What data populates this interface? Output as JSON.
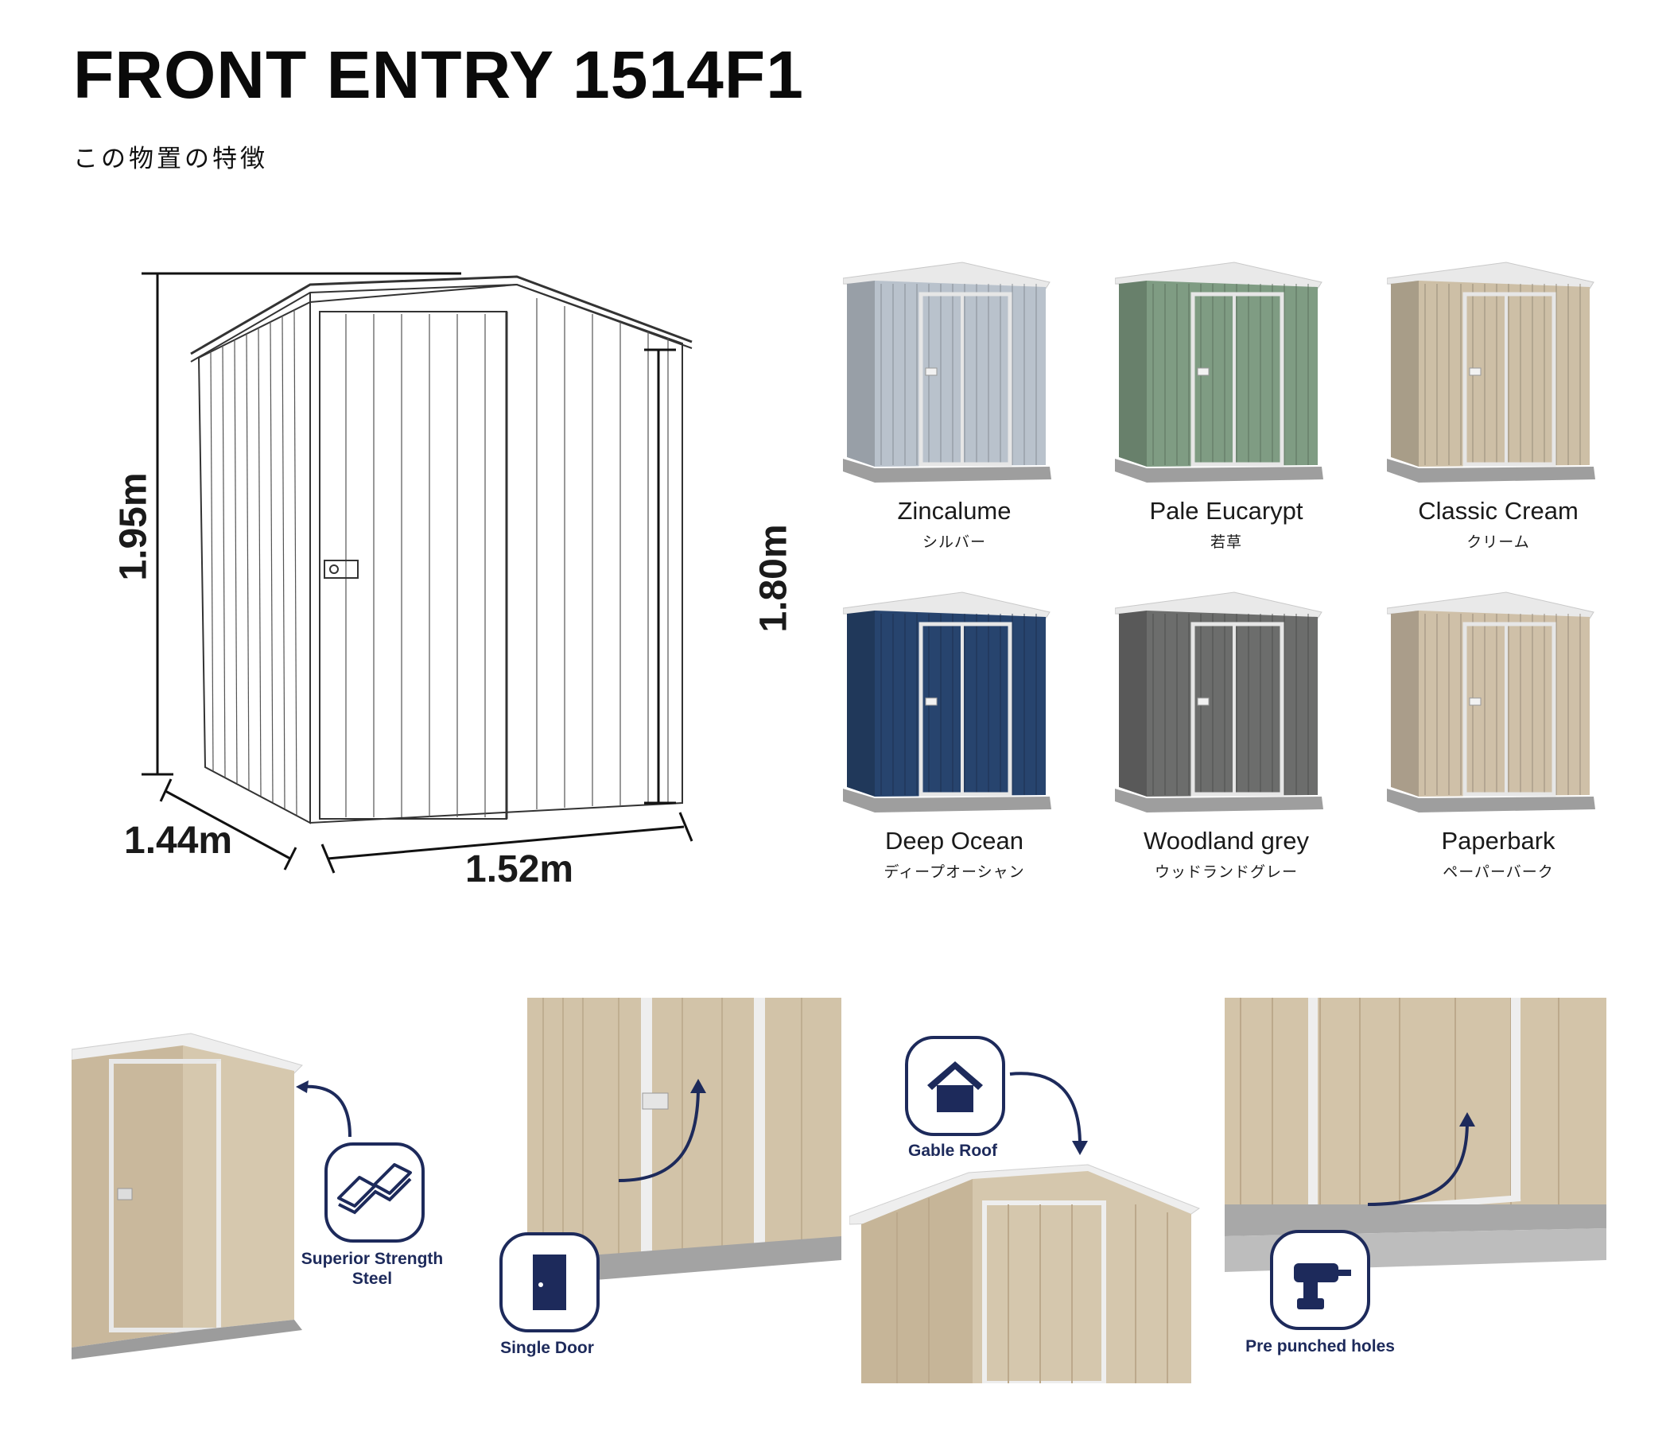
{
  "header": {
    "title": "FRONT ENTRY 1514F1",
    "subtitle": "この物置の特徴"
  },
  "dimensions": {
    "height_total": "1.95m",
    "height_wall": "1.80m",
    "depth": "1.44m",
    "width": "1.52m"
  },
  "colors": [
    {
      "name": "Zincalume",
      "jp": "シルバー",
      "hex": "#b9c2cc"
    },
    {
      "name": "Pale Eucarypt",
      "jp": "若草",
      "hex": "#7f9c83"
    },
    {
      "name": "Classic Cream",
      "jp": "クリーム",
      "hex": "#cdbfa6"
    },
    {
      "name": "Deep Ocean",
      "jp": "ディープオーシャン",
      "hex": "#27446e"
    },
    {
      "name": "Woodland grey",
      "jp": "ウッドランドグレー",
      "hex": "#6c6d6c"
    },
    {
      "name": "Paperbark",
      "jp": "ペーパーバーク",
      "hex": "#cfc0a8"
    }
  ],
  "features": [
    {
      "label": "Superior Strength\nSteel",
      "icon": "corrugated-steel-icon"
    },
    {
      "label": "Single Door",
      "icon": "door-icon"
    },
    {
      "label": "Gable Roof",
      "icon": "house-icon"
    },
    {
      "label": "Pre punched holes",
      "icon": "drill-icon"
    }
  ],
  "accent": "#1d2a5b"
}
